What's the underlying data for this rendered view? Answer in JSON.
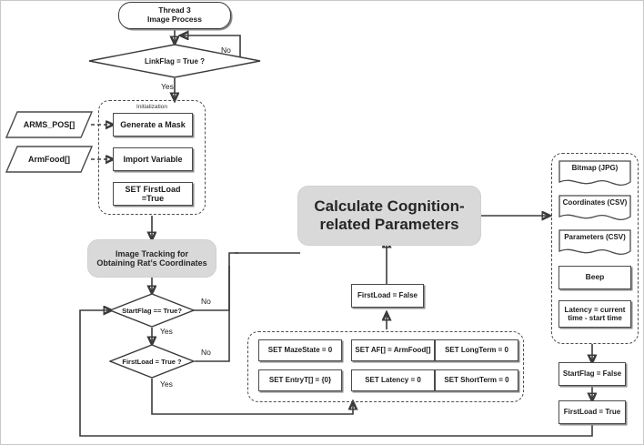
{
  "diagram": {
    "title": "Thread 3 Image Process flowchart",
    "colors": {
      "gray_fill": "#d9d9d9",
      "line": "#3b3b3b",
      "text": "#1a1a1a"
    }
  },
  "start": {
    "line1": "Thread 3",
    "line2": "Image Process"
  },
  "decisions": {
    "link_flag": "LinkFlag = True ?",
    "start_flag": "StartFlag == True?",
    "first_load": "FirstLoad = True ?"
  },
  "edge_labels": {
    "link_no": "No",
    "link_yes": "Yes",
    "start_no": "No",
    "start_yes": "Yes",
    "first_no": "No",
    "first_yes": "Yes"
  },
  "initialization": {
    "group_label": "Initialization",
    "steps": [
      "Generate a Mask",
      "Import Variable",
      "SET FirstLoad =True"
    ]
  },
  "inputs": [
    "ARMS_POS[]",
    "ArmFood[]"
  ],
  "tracking": {
    "line1": "Image Tracking for",
    "line2": "Obtaining Rat’s  Coordinates"
  },
  "calculate": {
    "line1": "Calculate Cognition-",
    "line2": "related Parameters"
  },
  "first_load_false": "FirstLoad = False",
  "set_group": {
    "items": [
      "SET MazeState = 0",
      "SET AF[] = ArmFood[]",
      "SET LongTerm = 0",
      "SET EntryT[] = {0}",
      "SET Latency = 0",
      "SET ShortTerm = 0"
    ]
  },
  "outputs": {
    "documents": [
      "Bitmap (JPG)",
      "Coordinates (CSV)",
      "Parameters (CSV)"
    ],
    "beep": "Beep",
    "latency": {
      "line1": "Latency = current",
      "line2": "time - start time"
    }
  },
  "post": {
    "start_flag_false": "StartFlag = False",
    "first_load_true": "FirstLoad = True"
  }
}
